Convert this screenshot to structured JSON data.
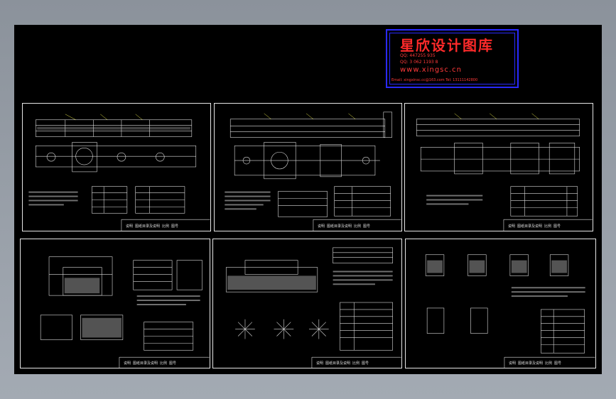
{
  "stamp": {
    "title": "星欣设计图库",
    "qq_line": "QQ: 447255 935",
    "phone_line": "QQ: 3 062 1193 8",
    "website": "www.xingsc.cn",
    "footer": "Email: xingxinsc.cc@163.com  Tel: 13111142800"
  },
  "sheets": [
    {
      "id": "s1",
      "label": "说明  图纸目录及说明  比例  图号",
      "no": ""
    },
    {
      "id": "s2",
      "label": "说明  图纸目录及说明  比例  图号",
      "no": ""
    },
    {
      "id": "s3",
      "label": "说明  图纸目录及说明  比例  图号",
      "no": ""
    },
    {
      "id": "s4",
      "label": "说明  图纸目录及说明  比例  图号",
      "no": ""
    },
    {
      "id": "s5",
      "label": "说明  图纸目录及说明  比例  图号",
      "no": ""
    },
    {
      "id": "s6",
      "label": "说明  图纸目录及说明  比例  图号",
      "no": ""
    }
  ],
  "colors": {
    "canvas": "#000000",
    "line": "#e6e6e6",
    "yellow": "#e8e84a",
    "accent_blue": "#2a2aff",
    "accent_red": "#ff2a2a"
  }
}
